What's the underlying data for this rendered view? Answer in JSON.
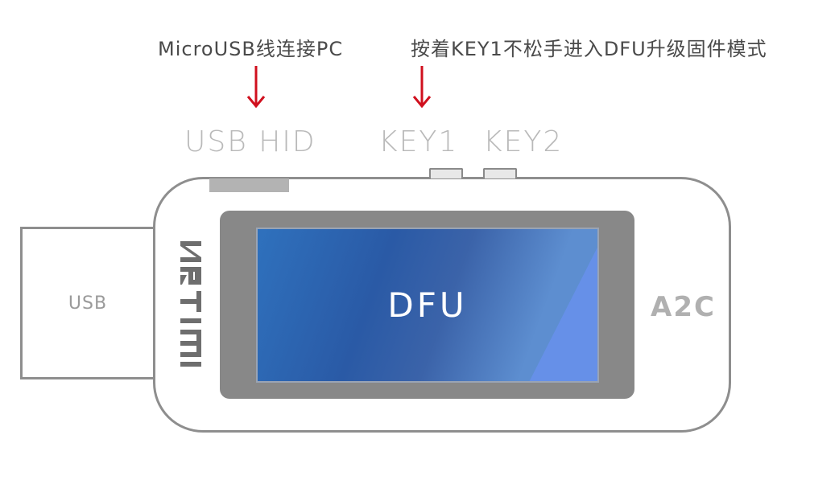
{
  "annotations": {
    "left_text": "MicroUSB线连接PC",
    "right_text": "按着KEY1不松手进入DFU升级固件模式"
  },
  "port_labels": {
    "usb_hid": "USB HID",
    "key1": "KEY1",
    "key2": "KEY2"
  },
  "usb_connector": {
    "label": "USB"
  },
  "screen": {
    "text": "DFU"
  },
  "brand": {
    "logo_text": "WITRN"
  },
  "model": {
    "label": "A2C"
  },
  "colors": {
    "arrow": "#d0101e",
    "outline": "#8e8e8e",
    "bezel": "#888888",
    "screen_blue": "#2a5aa6",
    "screen_glare": "#6690e8"
  }
}
